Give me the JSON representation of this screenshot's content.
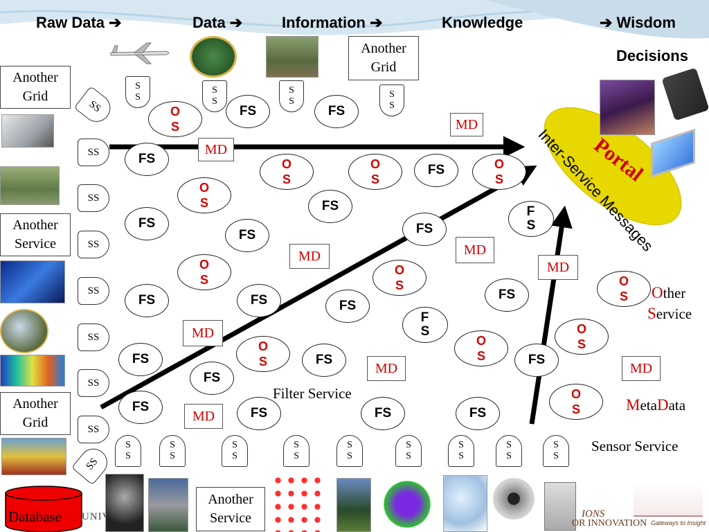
{
  "header": {
    "raw_data": "Raw Data ➔",
    "data": "Data ➔",
    "information": "Information ➔",
    "knowledge": "Knowledge",
    "wisdom": "➔ Wisdom",
    "decisions": "Decisions"
  },
  "labels": {
    "another_grid": "Another Grid",
    "another_service": "Another Service",
    "database": "Database",
    "portal": "Portal",
    "inter_service": "Inter-Service Messages",
    "filter_service": "Filter Service",
    "sensor_service": "Sensor Service",
    "fs": "FS",
    "md": "MD",
    "os_o": "O",
    "os_s": "S",
    "ss": "SS",
    "ss_s": "S"
  },
  "legend": {
    "other_o": "O",
    "other_rest": "ther",
    "service_s": "S",
    "service_rest": "ervice",
    "meta_m": "M",
    "meta_mid": "eta",
    "meta_d": "D",
    "meta_end": "ata"
  },
  "footer": {
    "univ": "UNIV",
    "innov_1": "IONS",
    "innov_2": "OR INNOVATION",
    "gateways": "Gateways to Insight"
  },
  "colors": {
    "accent_red": "#d00000",
    "portal_yellow": "#e6d800",
    "database_red": "#ee0000",
    "arrow": "#000000"
  }
}
